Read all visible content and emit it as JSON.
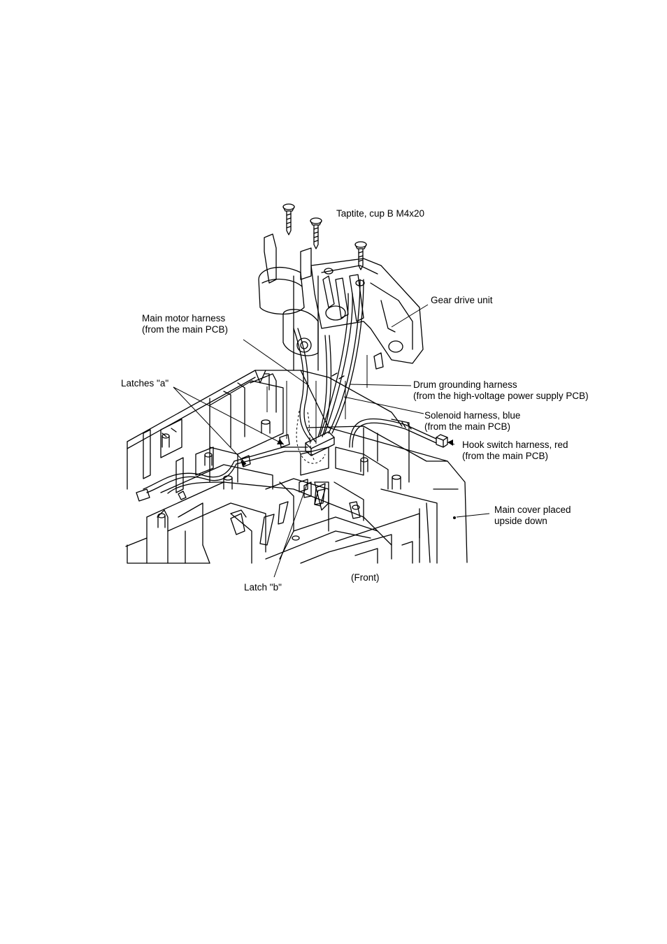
{
  "labels": {
    "screws": "Taptite, cup B M4x20",
    "gear_drive": "Gear drive unit",
    "main_motor_1": "Main motor harness",
    "main_motor_2": "(from the main PCB)",
    "latches_a": "Latches \"a\"",
    "drum_ground_1": "Drum grounding harness",
    "drum_ground_2": "(from the high-voltage power supply PCB)",
    "solenoid_1": "Solenoid harness, blue",
    "solenoid_2": "(from the main PCB)",
    "hook_switch_1": "Hook switch harness, red",
    "hook_switch_2": "(from the main PCB)",
    "main_cover_1": "Main cover placed",
    "main_cover_2": "upside down",
    "latch_b": "Latch \"b\"",
    "front": "(Front)"
  }
}
